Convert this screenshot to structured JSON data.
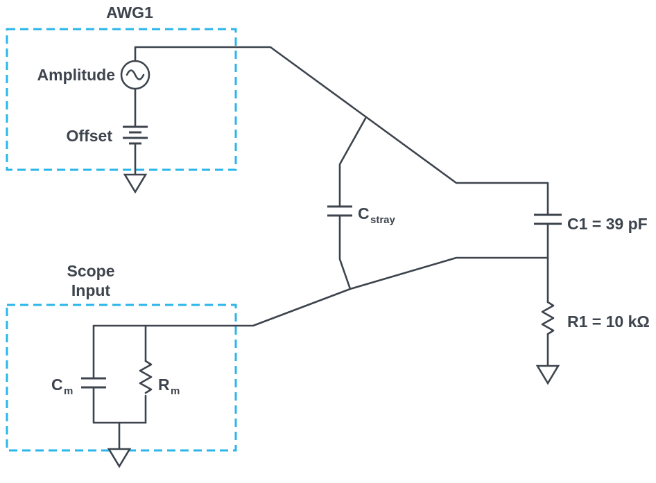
{
  "colors": {
    "wire": "#3d444d",
    "text": "#3d444d",
    "accent": "#29b6e8",
    "background": "#ffffff"
  },
  "awg": {
    "title": "AWG1",
    "amplitude": "Amplitude",
    "offset": "Offset"
  },
  "scope": {
    "title_line1": "Scope",
    "title_line2": "Input",
    "cm": {
      "base": "C",
      "sub": "m"
    },
    "rm": {
      "base": "R",
      "sub": "m"
    }
  },
  "components": {
    "cstray": {
      "base": "C",
      "sub": "stray"
    },
    "c1": "C1 = 39 pF",
    "r1": "R1 = 10 kΩ"
  }
}
